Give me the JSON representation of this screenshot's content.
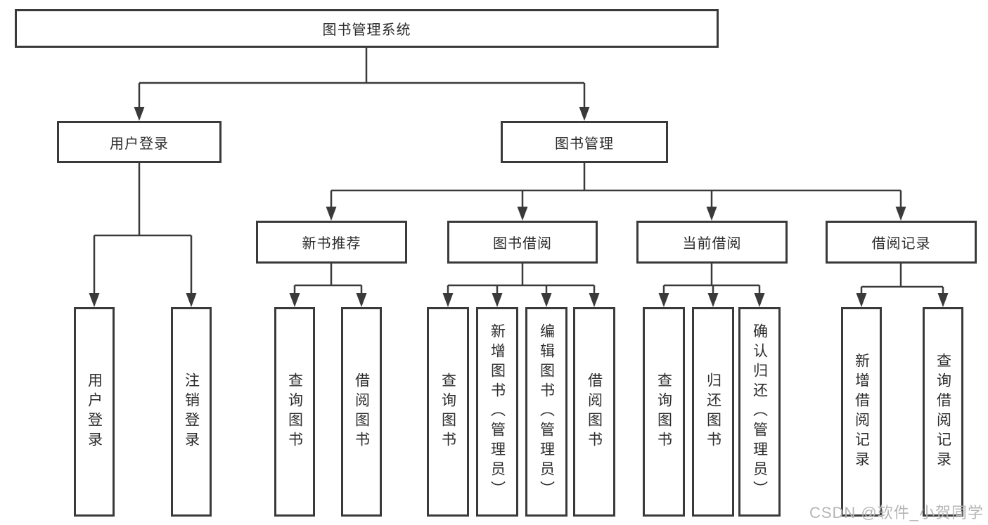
{
  "diagram": {
    "title": "图书管理系统",
    "watermark": "CSDN @软件_小贺同学",
    "colors": {
      "line": "#3a3a3a",
      "box_border": "#3a3a3a",
      "text": "#2d2d2d",
      "watermark": "#b5b5b5",
      "background": "#ffffff"
    },
    "nodes": {
      "root": {
        "label": "图书管理系统"
      },
      "level2": [
        {
          "label": "用户登录"
        },
        {
          "label": "图书管理"
        }
      ],
      "level3": [
        {
          "label": "新书推荐"
        },
        {
          "label": "图书借阅"
        },
        {
          "label": "当前借阅"
        },
        {
          "label": "借阅记录"
        }
      ],
      "leaves": {
        "user_login": [
          {
            "label": "用户登录"
          },
          {
            "label": "注销登录"
          }
        ],
        "new_book": [
          {
            "label": "查询图书"
          },
          {
            "label": "借阅图书"
          }
        ],
        "book_borrow": [
          {
            "label": "查询图书"
          },
          {
            "label": "新增图书（管理员）"
          },
          {
            "label": "编辑图书（管理员）"
          },
          {
            "label": "借阅图书"
          }
        ],
        "current_borrow": [
          {
            "label": "查询图书"
          },
          {
            "label": "归还图书"
          },
          {
            "label": "确认归还（管理员）"
          }
        ],
        "borrow_record": [
          {
            "label": "新增借阅记录"
          },
          {
            "label": "查询借阅记录"
          }
        ]
      }
    }
  }
}
